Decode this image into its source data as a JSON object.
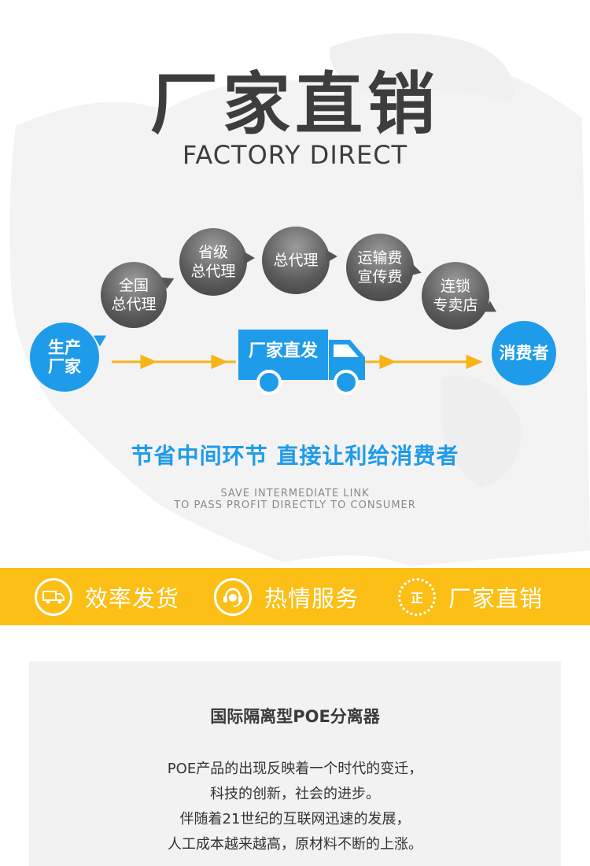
{
  "hero": {
    "title_cn": "厂家直销",
    "title_en": "FACTORY DIRECT"
  },
  "flow": {
    "producer": [
      "生产",
      "厂家"
    ],
    "national_agent": [
      "全国",
      "总代理"
    ],
    "provincial_agent": [
      "省级",
      "总代理"
    ],
    "general_agent": [
      "总代理"
    ],
    "shipping": [
      "运输费",
      "宣传费"
    ],
    "chain_store": [
      "连锁",
      "专卖店"
    ],
    "truck_label": "厂家直发",
    "consumer": "消费者"
  },
  "slogan": {
    "cn": "节省中间环节  直接让利给消费者",
    "en_line1": "SAVE INTERMEDIATE LINK",
    "en_line2": "TO PASS PROFIT DIRECTLY TO CONSUMER"
  },
  "features": [
    {
      "label": "效率发货",
      "icon": "delivery-truck-icon"
    },
    {
      "label": "热情服务",
      "icon": "customer-service-headset-icon"
    },
    {
      "label": "厂家直销",
      "icon": "authentic-seal-icon",
      "badge": "正"
    }
  ],
  "panel": {
    "title": "国际隔离型POE分离器",
    "lines": [
      "POE产品的出现反映着一个时代的变迁，",
      "科技的创新，社会的进步。",
      "伴随着21世纪的互联网迅速的发展，",
      "人工成本越来越高，原材料不断的上涨。"
    ]
  },
  "colors": {
    "accent_blue": "#1e9be9",
    "yellow_bar": "#fbbf16",
    "arrow_yellow": "#f6b417",
    "title_gray": "#3d3d3d",
    "bubble_gray": "#5a5a5a"
  }
}
